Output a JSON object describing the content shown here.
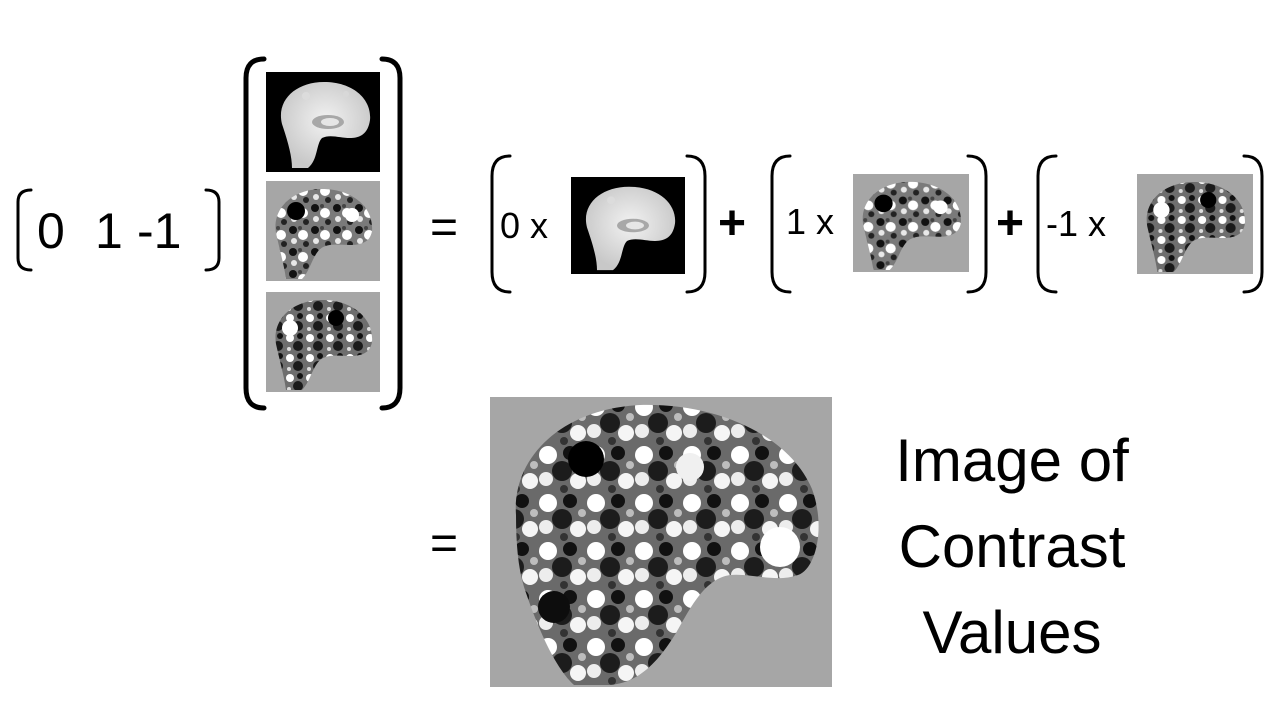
{
  "contrast_vector": {
    "values": [
      "0",
      "1",
      "-1"
    ]
  },
  "equals_sign": "=",
  "terms": [
    {
      "coef": "0 x",
      "image": "mean-brain-image"
    },
    {
      "coef": "1 x",
      "image": "beta-map-1"
    },
    {
      "coef": "-1 x",
      "image": "beta-map-2"
    }
  ],
  "plus_sign": "+",
  "result": {
    "lines": [
      "Image of",
      "Contrast",
      "Values"
    ]
  },
  "colors": {
    "background": "#ffffff",
    "ink": "#000000",
    "map_gray": "#a6a6a6"
  }
}
